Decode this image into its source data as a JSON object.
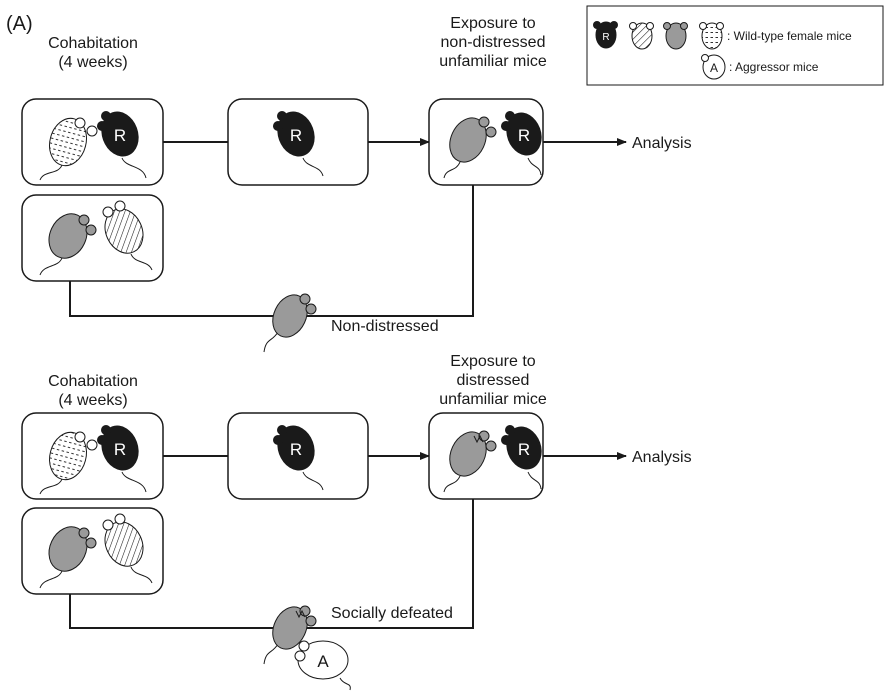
{
  "panel_label": "(A)",
  "legend": {
    "wildtype_label": ": Wild-type female mice",
    "aggressor_label": ": Aggressor mice",
    "resident_mark": "R",
    "aggressor_mark": "A"
  },
  "top_row": {
    "cohabitation_line1": "Cohabitation",
    "cohabitation_line2": "(4 weeks)",
    "exposure_line1": "Exposure to",
    "exposure_line2": "non-distressed",
    "exposure_line3": "unfamiliar mice",
    "analysis": "Analysis",
    "condition": "Non-distressed"
  },
  "bottom_row": {
    "cohabitation_line1": "Cohabitation",
    "cohabitation_line2": "(4 weeks)",
    "exposure_line1": "Exposure to",
    "exposure_line2": "distressed",
    "exposure_line3": "unfamiliar mice",
    "analysis": "Analysis",
    "condition": "Socially defeated"
  },
  "colors": {
    "resident": "#1a1a1a",
    "gray_mouse": "#9a9a9a",
    "outline": "#1a1a1a",
    "background": "#ffffff"
  }
}
